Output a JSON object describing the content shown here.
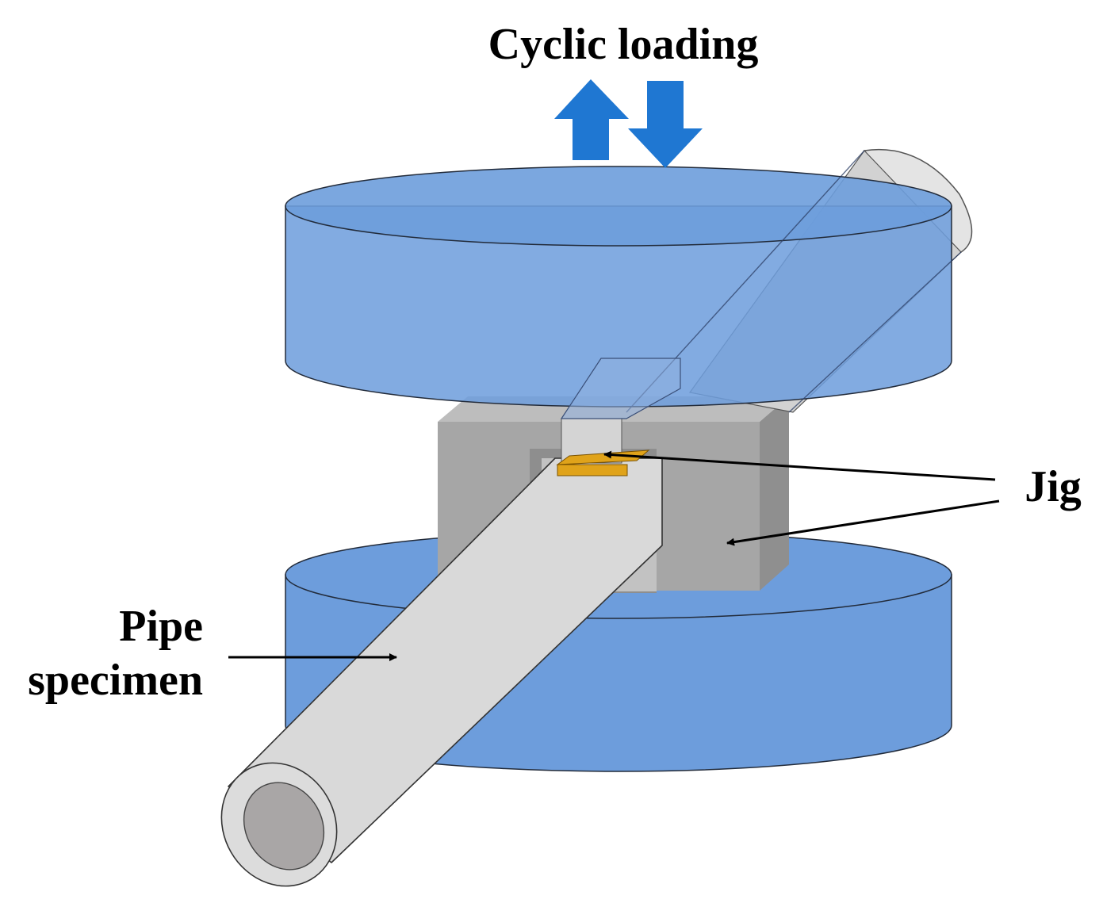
{
  "labels": {
    "cyclic_loading": "Cyclic loading",
    "jig": "Jig",
    "pipe_line1": "Pipe",
    "pipe_line2": "specimen"
  },
  "colors": {
    "plate_side": "#6d9ddc",
    "plate_top": "#6d9ddc",
    "plate_outline": "#222b3a",
    "jig_front": "#a6a6a6",
    "jig_side": "#8f8f8f",
    "jig_top": "#bdbdbd",
    "pipe_body": "#d9d9d9",
    "pipe_inner": "#a9a6a6",
    "clamp": "#d4d4d4",
    "gauge": "#e0a31a",
    "arrow_blue": "#1f77d2",
    "pointer": "#000000"
  },
  "icons": {
    "load_up": "arrow-up-icon",
    "load_down": "arrow-down-icon"
  }
}
